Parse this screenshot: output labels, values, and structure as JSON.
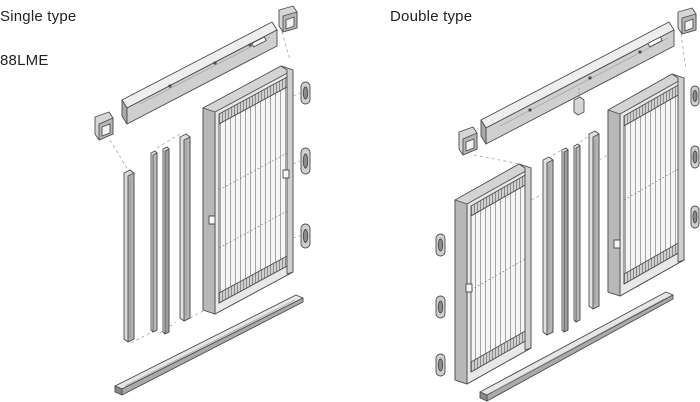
{
  "single": {
    "title": "Single type",
    "model": "88LME"
  },
  "double": {
    "title": "Double type"
  },
  "colors": {
    "outline": "#4d4d4d",
    "frame_light": "#e6e6e6",
    "frame_mid": "#c8c8c8",
    "frame_dark": "#9a9a9a",
    "pleat": "#f4f4f4",
    "pleat_line": "#8a8a8a"
  }
}
